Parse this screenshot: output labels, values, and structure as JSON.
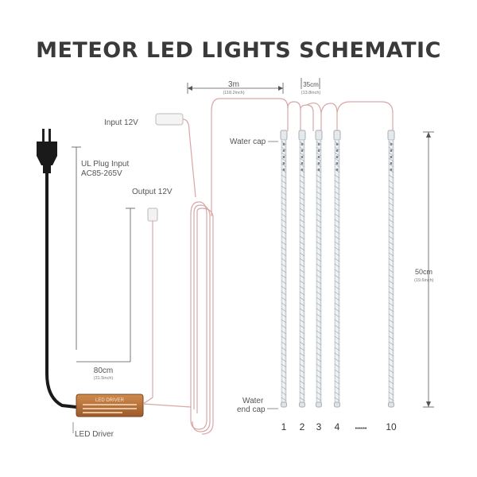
{
  "title": "METEOR LED LIGHTS SCHEMATIC",
  "labels": {
    "input": "Input 12V",
    "water_cap": "Water cap",
    "ul_plug_line1": "UL Plug Input",
    "ul_plug_line2": "AC85-265V",
    "output": "Output 12V",
    "cable_length": "80cm",
    "cable_length_in": "(31.5inch)",
    "water_end_cap_line1": "Water",
    "water_end_cap_line2": "end cap",
    "led_driver": "LED Driver",
    "driver_box_title": "LED DRIVER"
  },
  "dimensions": {
    "lead": "3m",
    "lead_in": "(118.2inch)",
    "spacing": "35cm",
    "spacing_in": "(13.8inch)",
    "tube": "50cm",
    "tube_in": "(19.6inch)"
  },
  "tubes": [
    "1",
    "2",
    "3",
    "4",
    "10"
  ],
  "ellipsis": "••••••",
  "colors": {
    "plug_cable": "#1a1a1a",
    "wire": "#d9a6a6",
    "driver": "#b9733a",
    "tube": "#eef2f5"
  }
}
